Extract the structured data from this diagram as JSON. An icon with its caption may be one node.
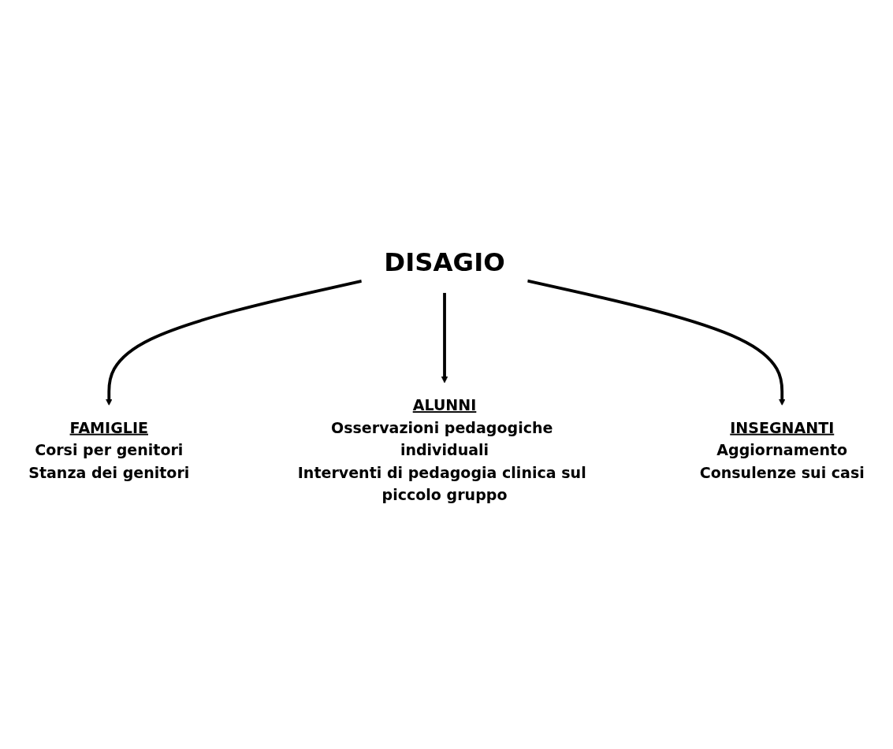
{
  "diagram": {
    "nodes": [
      {
        "text": [
          "DISAGIO"
        ]
      },
      {
        "text": [
          "FAMIGLIE",
          "Corsi per genitori",
          "Stanza dei genitori"
        ]
      },
      {
        "text": [
          "INSEGNANTI",
          "Aggiornamento",
          "Consulenze sui casi"
        ]
      },
      {
        "text": [
          "ALUNNI",
          "Osservazioni pedagogiche individuali",
          "Interventi di pedagogia clinica sul piccolo gruppo"
        ]
      }
    ],
    "edges": [
      {
        "from": 0,
        "to": 1,
        "arrow": "to"
      },
      {
        "from": 0,
        "to": 3,
        "arrow": "to"
      },
      {
        "from": 0,
        "to": 2,
        "arrow": "to"
      }
    ]
  }
}
